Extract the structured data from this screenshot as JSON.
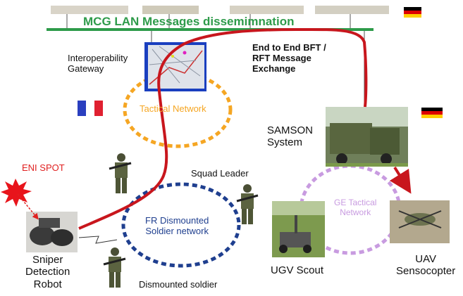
{
  "banner": {
    "title": "MCG LAN  Messages dissemimnation"
  },
  "labels": {
    "gateway": "Interoperability\nGateway",
    "bft": "End to End BFT /\nRFT Message\nExchange",
    "tactical_network": "Tactical Network",
    "samson": "SAMSON\nSystem",
    "eni_spot": "ENI SPOT",
    "squad_leader": "Squad Leader",
    "fr_network": "FR Dismounted\nSoldier network",
    "ge_network": "GE Tactical\nNetwork",
    "sniper_robot": "Sniper\nDetection\nRobot",
    "ugv": "UGV Scout",
    "uav": "UAV\nSensocopter",
    "dismounted": "Dismounted soldier"
  },
  "colors": {
    "lan_bar": "#2e9b4a",
    "banner_text": "#2e9b4a",
    "message_path": "#c8161d",
    "tactical_ring": "#f5a623",
    "fr_ring": "#1f3f8f",
    "fr_text": "#1f3f8f",
    "ge_ring": "#c89be0",
    "ge_text": "#c89be0",
    "eni_text": "#e02020",
    "explosion": "#e8141b"
  },
  "icons": {
    "france_flag": "flag-france-icon",
    "germany_flag": "flag-germany-icon",
    "explosion": "explosion-icon"
  }
}
